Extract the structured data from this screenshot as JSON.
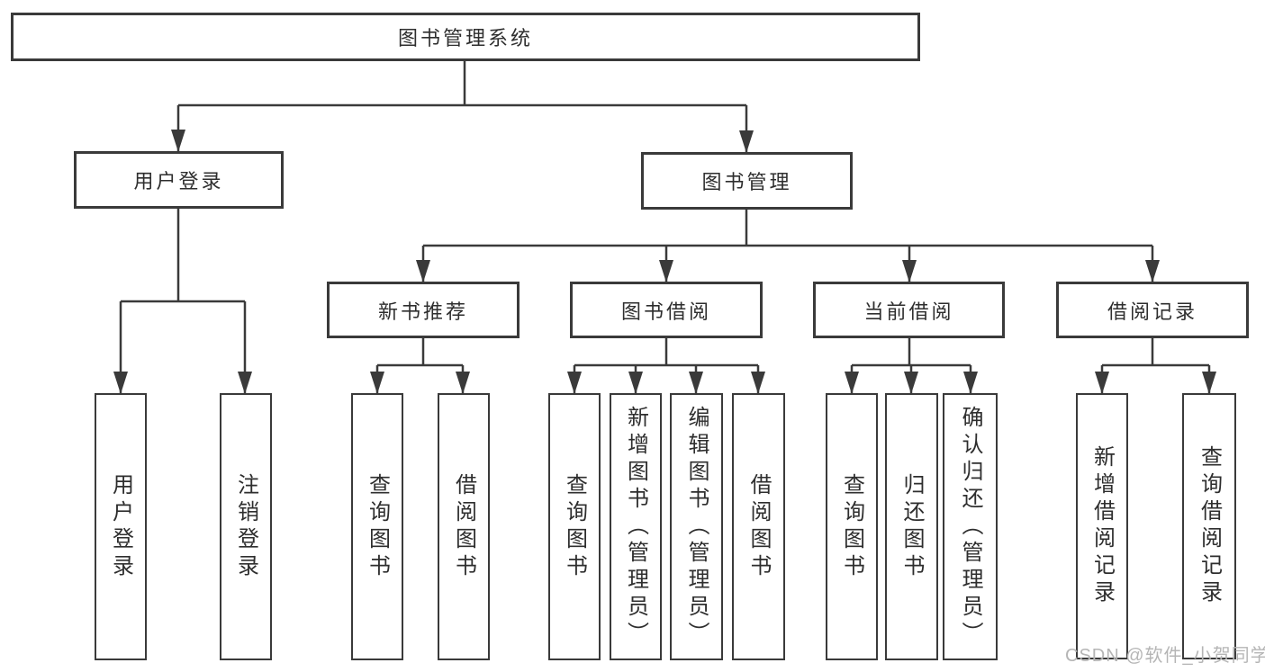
{
  "tree": {
    "root": {
      "label": "图书管理系统"
    },
    "branches": [
      {
        "label": "用户登录",
        "children": [
          {
            "label": "用户登录"
          },
          {
            "label": "注销登录"
          }
        ]
      },
      {
        "label": "图书管理",
        "children": [
          {
            "label": "新书推荐",
            "children": [
              {
                "label": "查询图书"
              },
              {
                "label": "借阅图书"
              }
            ]
          },
          {
            "label": "图书借阅",
            "children": [
              {
                "label": "查询图书"
              },
              {
                "label": "新增图书（管理员）"
              },
              {
                "label": "编辑图书（管理员）"
              },
              {
                "label": "借阅图书"
              }
            ]
          },
          {
            "label": "当前借阅",
            "children": [
              {
                "label": "查询图书"
              },
              {
                "label": "归还图书"
              },
              {
                "label": "确认归还（管理员）"
              }
            ]
          },
          {
            "label": "借阅记录",
            "children": [
              {
                "label": "新增借阅记录"
              },
              {
                "label": "查询借阅记录"
              }
            ]
          }
        ]
      }
    ]
  },
  "watermark": {
    "text": "CSDN @软件_小贺同学"
  },
  "colors": {
    "line": "#3a3a3a",
    "box_border": "#3a3a3a",
    "text": "#2e2e2e",
    "watermark": "#b5b5b5",
    "background": "#ffffff"
  }
}
